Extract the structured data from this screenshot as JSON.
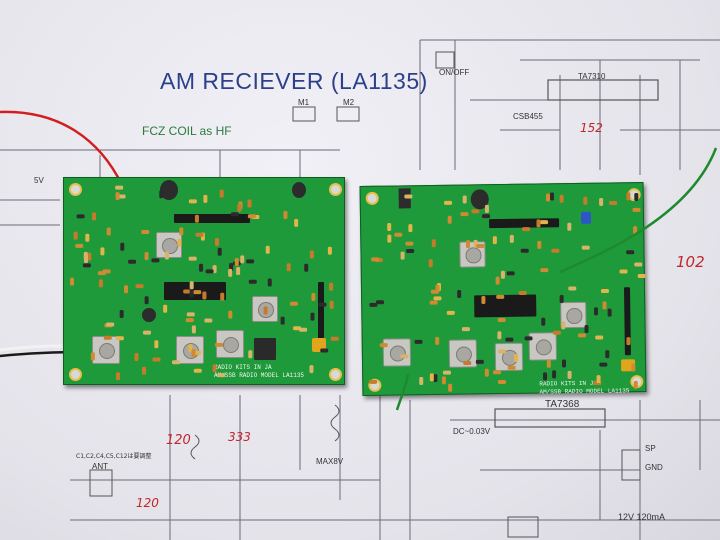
{
  "schematic": {
    "title": "AM  RECIEVER (LA1135)",
    "coil_note": "FCZ COIL as HF",
    "switch_label": "ON/OFF",
    "chip_top": "TA7310",
    "chip_bottom": "TA7368",
    "filter_label": "CSB455",
    "ant_label": "ANT",
    "sp_label": "SP",
    "gnd_label": "GND",
    "supply_label": "12V  120mA",
    "v5_label": "5V",
    "dc_label": "DC~0.03V",
    "max_label": "MAX8V",
    "tuning_note": "C1,C2,C4,C5,C12は要調整",
    "m1_label": "M1",
    "m2_label": "M2"
  },
  "handwriting": {
    "n_102": "102",
    "n_120a": "120",
    "n_120b": "120",
    "n_333": "333",
    "n_152": "152"
  },
  "boards": {
    "left_silk_1": "RADIO KITS IN JA",
    "left_silk_2": "AM/SSB RADIO MODEL LA1135",
    "right_silk_1": "RADIO KITS IN JA",
    "right_silk_2": "AM/SSB RADIO MODEL LA1135"
  },
  "colors": {
    "board_green": "#1f9a3a",
    "title_blue": "#2b3f8a",
    "ink_red": "#c0262b"
  }
}
